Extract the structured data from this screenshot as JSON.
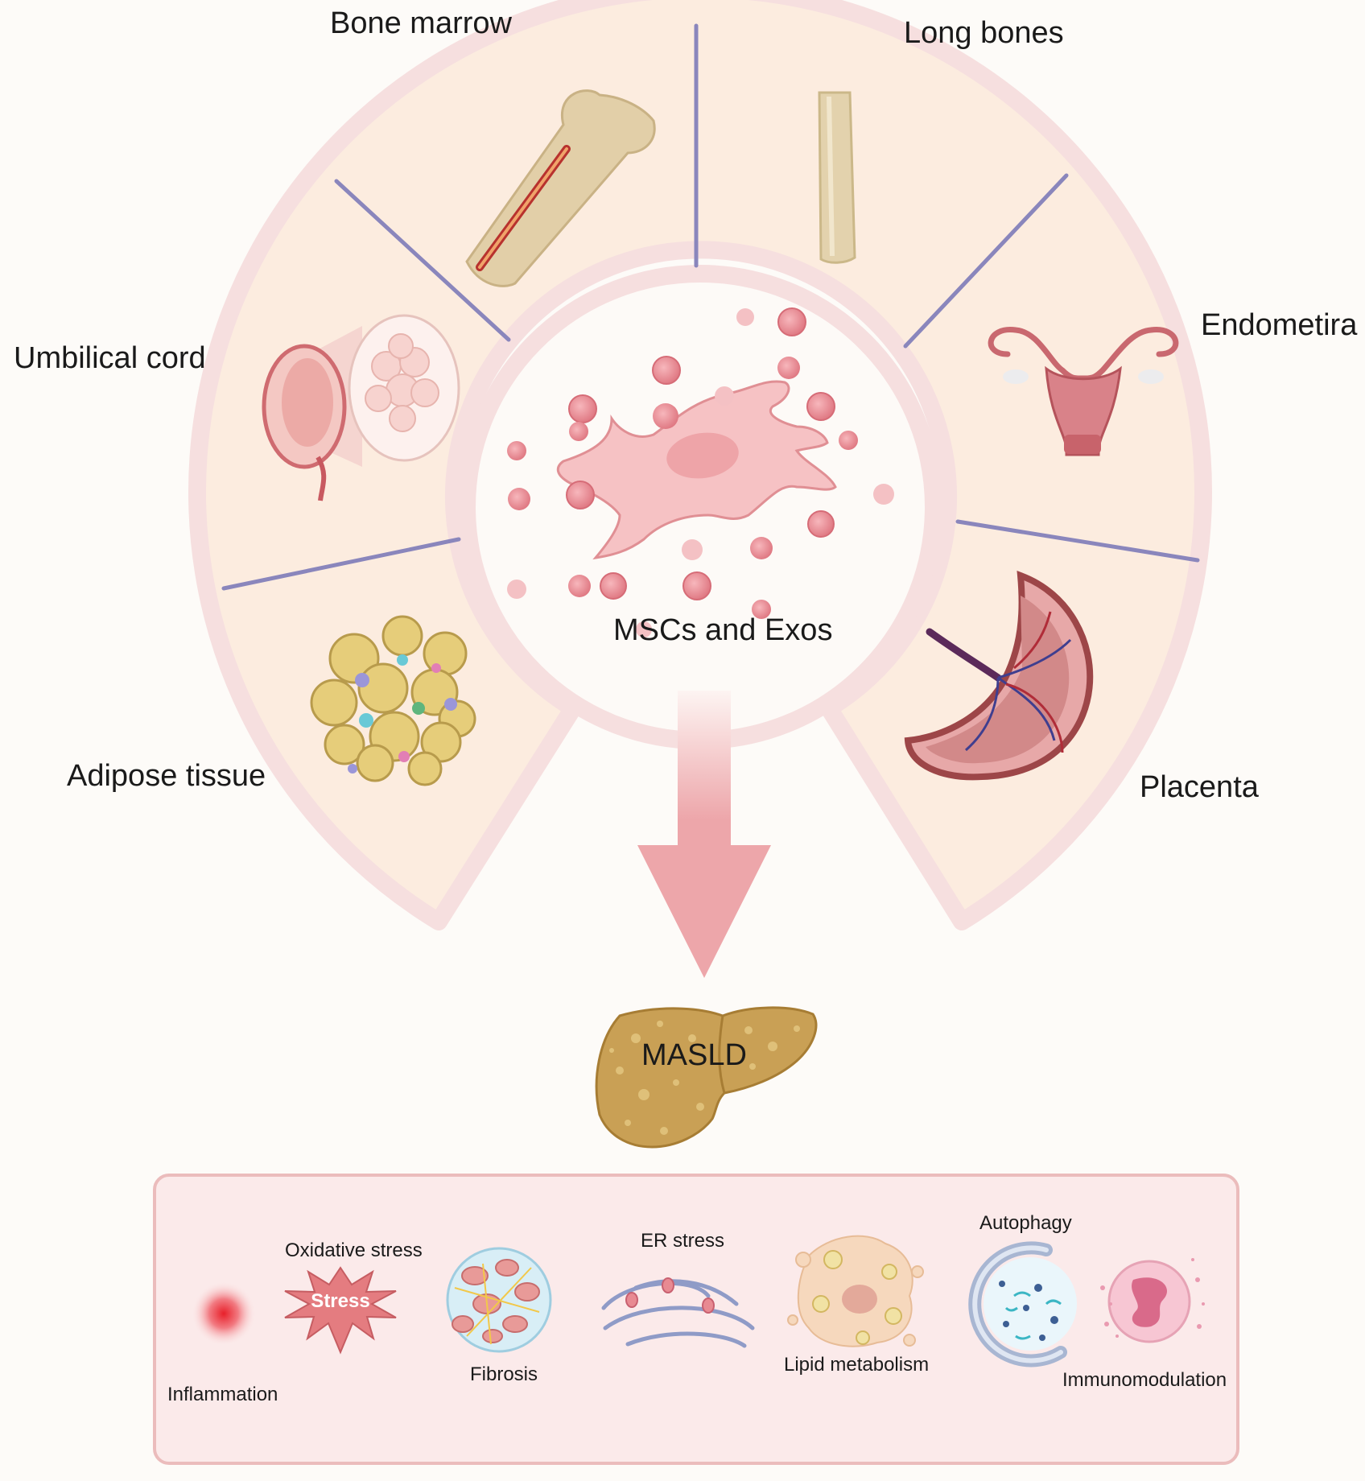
{
  "sources": {
    "bone_marrow": "Bone marrow",
    "long_bones": "Long bones",
    "endometrium": "Endometira",
    "umbilical_cord": "Umbilical cord",
    "adipose_tissue": "Adipose tissue",
    "placenta": "Placenta"
  },
  "center": {
    "label": "MSCs and Exos"
  },
  "target": {
    "label": "MASLD"
  },
  "mechanisms": {
    "inflammation": "Inflammation",
    "oxidative_stress": "Oxidative stress",
    "stress_badge": "Stress",
    "fibrosis": "Fibrosis",
    "er_stress": "ER stress",
    "lipid_metabolism": "Lipid metabolism",
    "autophagy": "Autophagy",
    "immunomodulation": "Immunomodulation"
  },
  "colors": {
    "ring_fill": "#fcecdf",
    "ring_border": "#f6dfdf",
    "divider": "#8a86bc",
    "arrow": "#eda6aa",
    "cell": "#f6c2c4",
    "exosome": "#ea8f97",
    "liver": "#c9a055",
    "panel_fill": "#fbeaea",
    "panel_border": "#ebbcbc"
  }
}
